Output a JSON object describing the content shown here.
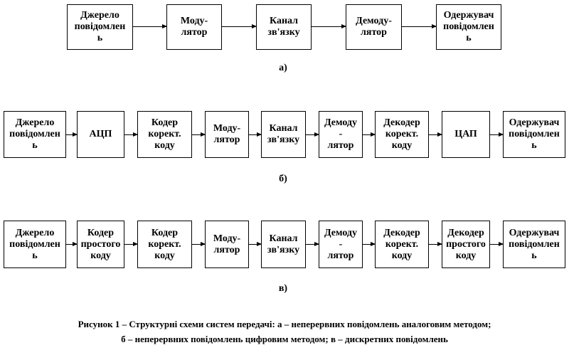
{
  "row_a": {
    "label": "а)",
    "blocks": [
      "Джерело\nповідомлен\nь",
      "Моду-\nлятор",
      "Канал\nзв'язку",
      "Демоду-\nлятор",
      "Одержувач\nповідомлен\nь"
    ]
  },
  "row_b": {
    "label": "б)",
    "blocks": [
      "Джерело\nповідомлен\nь",
      "АЦП",
      "Кодер\nкорект.\nкоду",
      "Моду-\nлятор",
      "Канал\nзв'язку",
      "Демоду\n-\nлятор",
      "Декодер\nкорект.\nкоду",
      "ЦАП",
      "Одержувач\nповідомлен\nь"
    ]
  },
  "row_c": {
    "label": "в)",
    "blocks": [
      "Джерело\nповідомлен\nь",
      "Кодер\nпростого\nкоду",
      "Кодер\nкорект.\nкоду",
      "Моду-\nлятор",
      "Канал\nзв'язку",
      "Демоду\n-\nлятор",
      "Декодер\nкорект.\nкоду",
      "Декодер\nпростого\nкоду",
      "Одержувач\nповідомлен\nь"
    ]
  },
  "caption": {
    "line1": "Рисунок 1 – Структурні схеми систем передачі: а – неперервних повідомлень аналоговим методом;",
    "line2": "б – неперервних повідомлень цифровим методом; в – дискретних повідомлень"
  }
}
